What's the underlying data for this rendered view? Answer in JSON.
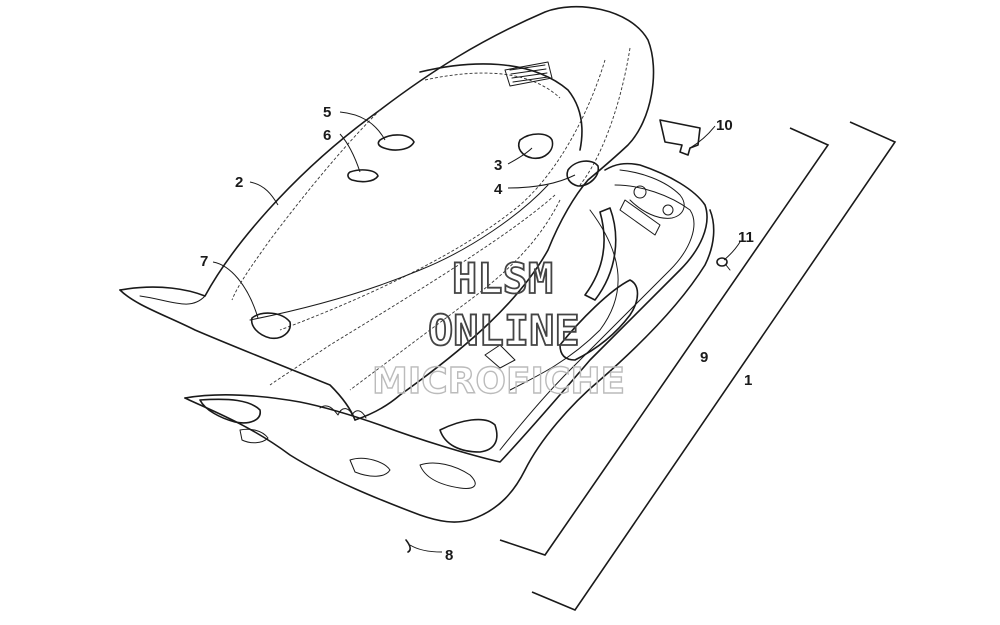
{
  "watermark": {
    "line1": "HLSM",
    "line2": "ONLINE",
    "line3": "MICROFICHE"
  },
  "callouts": [
    {
      "id": "1",
      "label": "1"
    },
    {
      "id": "2",
      "label": "2"
    },
    {
      "id": "3",
      "label": "3"
    },
    {
      "id": "4",
      "label": "4"
    },
    {
      "id": "5",
      "label": "5"
    },
    {
      "id": "6",
      "label": "6"
    },
    {
      "id": "7",
      "label": "7"
    },
    {
      "id": "8",
      "label": "8"
    },
    {
      "id": "9",
      "label": "9"
    },
    {
      "id": "10",
      "label": "10"
    },
    {
      "id": "11",
      "label": "11"
    }
  ],
  "colors": {
    "line": "#1a1a1a",
    "background": "#ffffff"
  }
}
